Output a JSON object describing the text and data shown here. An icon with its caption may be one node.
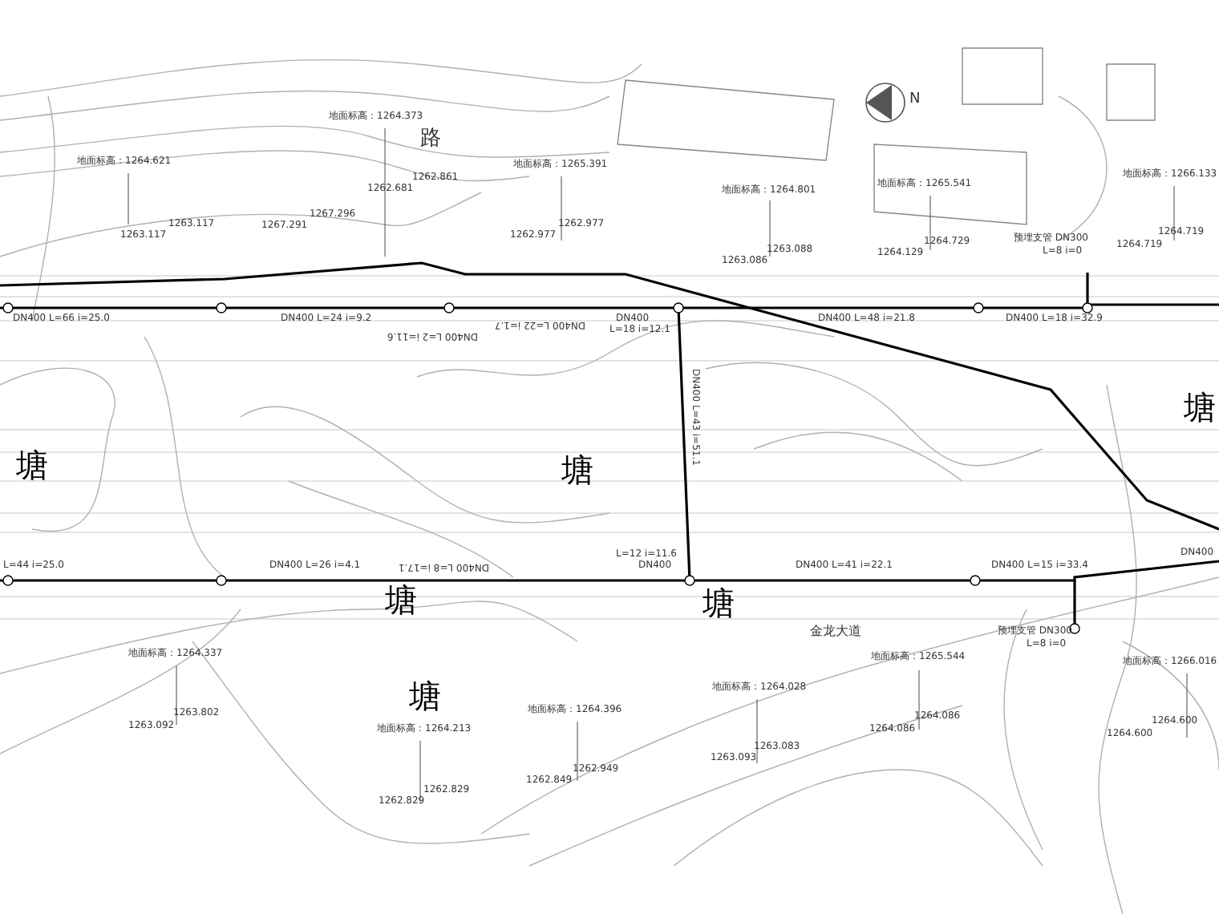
{
  "diagram": {
    "labels": [
      "地面标高：1264.373",
      "地面标高：1264.621",
      "地面标高：1265.391",
      "路",
      "1262.861",
      "1262.681",
      "1263.117",
      "1263.117",
      "1267.296",
      "1267.291",
      "1262.977",
      "1262.977",
      "N",
      "地面标高：1264.801",
      "1263.088",
      "1263.086",
      "地面标高：1265.541",
      "1264.729",
      "1264.129",
      "预埋支管 DN300",
      "L=8 i=0",
      "地面标高：1266.133",
      "1264.719",
      "1264.719",
      "DN400 L=66 i=25.0",
      "DN400 L=24 i=9.2",
      "DN400 L=2 i=11.6",
      "DN400 L=22 i=1.7",
      "DN400",
      "L=18 i=12.1",
      "DN400 L=48 i=21.8",
      "DN400 L=18 i=32.9",
      "DN400 L=43 i=51.1",
      "L=44 i=25.0",
      "DN400 L=26 i=4.1",
      "DN400 L=8 i=17.1",
      "L=12 i=11.6",
      "DN400",
      "DN400 L=41 i=22.1",
      "DN400 L=15 i=33.4",
      "DN400",
      "塘",
      "塘",
      "塘",
      "塘",
      "塘",
      "塘",
      "金龙大道",
      "地面标高：1264.337",
      "1263.802",
      "1263.092",
      "地面标高：1264.213",
      "1262.829",
      "1262.829",
      "地面标高：1264.396",
      "1262.949",
      "1262.849",
      "地面标高：1264.028",
      "1263.083",
      "1263.093",
      "地面标高：1265.544",
      "1264.086",
      "1264.086",
      "预埋支管 DN300",
      "L=8 i=0",
      "地面标高：1266.016",
      "1264.600",
      "1264.600"
    ]
  }
}
